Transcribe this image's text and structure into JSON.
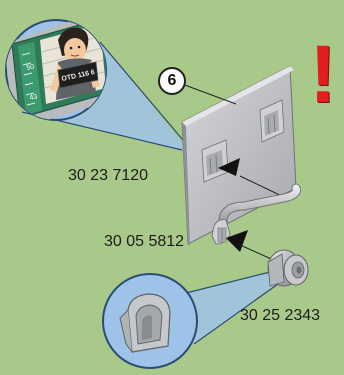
{
  "instruction": {
    "step_number": "6",
    "warning_symbol": "!",
    "part_numbers": [
      "30 23 7120",
      "30 05 5812",
      "30 25 2343"
    ],
    "mugshot_sign_text": "OTD 116 6",
    "height_chart_marks": [
      "50",
      "43"
    ]
  },
  "colors": {
    "background": "#a9c98a",
    "callout_fill": "#9fc3e8",
    "panel_grey": "#b9bcbf",
    "warning_red": "#e11f1f"
  }
}
